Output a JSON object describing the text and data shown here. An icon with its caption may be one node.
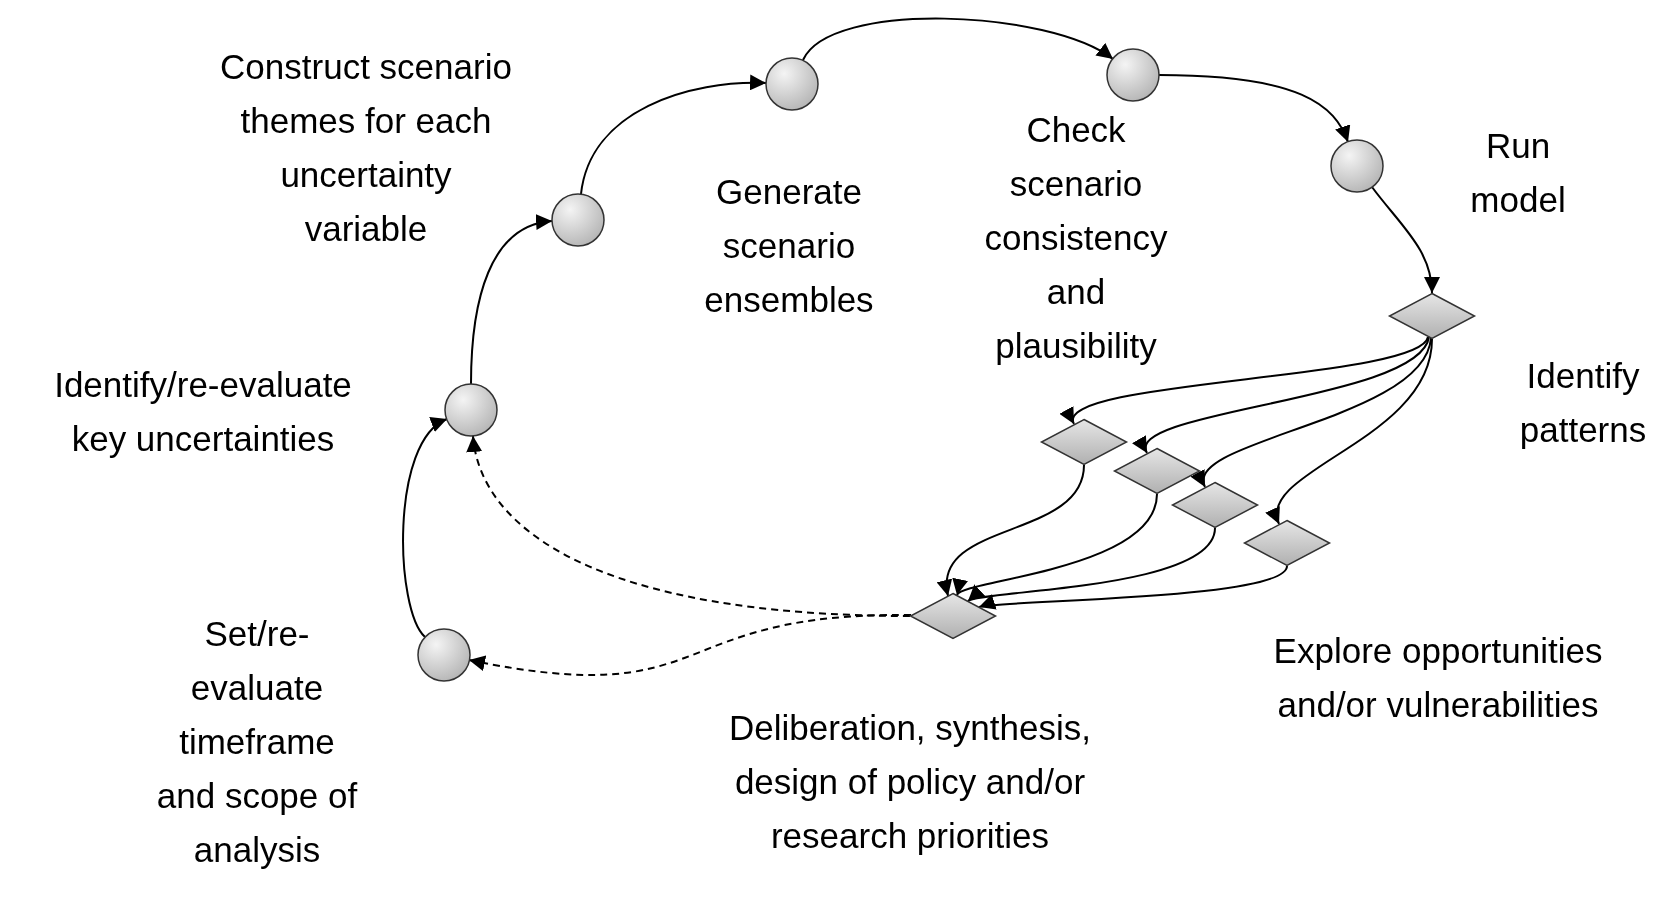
{
  "diagram": {
    "nodes": [
      {
        "text": [],
        "shape": "circle",
        "beside": [
          "Set/re-evaluate timeframe and scope of analysis"
        ]
      },
      {
        "text": [],
        "shape": "circle",
        "beside": [
          "Identify/re-evaluate key uncertainties"
        ]
      },
      {
        "text": [],
        "shape": "circle",
        "beside": [
          "Construct scenario themes for each uncertainty variable"
        ]
      },
      {
        "text": [],
        "shape": "circle",
        "beside": [
          "Generate scenario ensembles"
        ]
      },
      {
        "text": [],
        "shape": "circle",
        "beside": [
          "Check scenario consistency and plausibility"
        ]
      },
      {
        "text": [],
        "shape": "circle",
        "beside": [
          "Run model"
        ]
      },
      {
        "text": [],
        "shape": "diamond",
        "beside": [
          "Identify patterns"
        ]
      },
      {
        "text": [],
        "shape": "diamond"
      },
      {
        "text": [],
        "shape": "diamond"
      },
      {
        "text": [],
        "shape": "diamond"
      },
      {
        "text": [],
        "shape": "diamond",
        "beside": [
          "Explore opportunities and/or vulnerabilities"
        ]
      },
      {
        "text": [],
        "shape": "diamond",
        "beside": [
          "Deliberation, synthesis, design of policy and/or research priorities"
        ]
      }
    ],
    "edges": [
      {
        "from": 0,
        "to": 1,
        "arrow": "to"
      },
      {
        "from": 1,
        "to": 2,
        "arrow": "to"
      },
      {
        "from": 2,
        "to": 3,
        "arrow": "to"
      },
      {
        "from": 3,
        "to": 4,
        "arrow": "to"
      },
      {
        "from": 4,
        "to": 5,
        "arrow": "to"
      },
      {
        "from": 5,
        "to": 6,
        "arrow": "to"
      },
      {
        "from": 6,
        "to": 7,
        "arrow": "to"
      },
      {
        "from": 6,
        "to": 8,
        "arrow": "to"
      },
      {
        "from": 6,
        "to": 9,
        "arrow": "to"
      },
      {
        "from": 6,
        "to": 10,
        "arrow": "to"
      },
      {
        "from": 7,
        "to": 11,
        "arrow": "to"
      },
      {
        "from": 8,
        "to": 11,
        "arrow": "to"
      },
      {
        "from": 9,
        "to": 11,
        "arrow": "to"
      },
      {
        "from": 10,
        "to": 11,
        "arrow": "to"
      },
      {
        "from": 11,
        "to": 1,
        "arrow": "to",
        "style": "dashed"
      },
      {
        "from": 11,
        "to": 0,
        "arrow": "to",
        "style": "dashed"
      }
    ]
  }
}
